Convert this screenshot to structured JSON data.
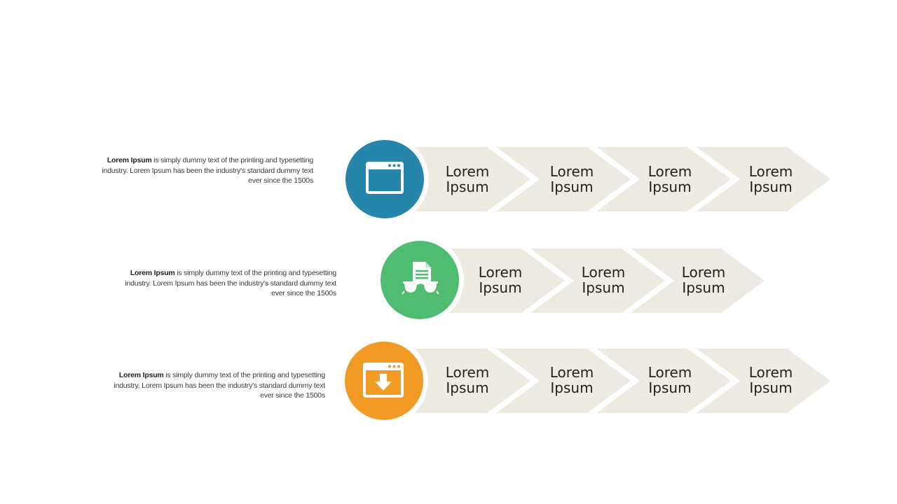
{
  "colors": {
    "row1_circle": "#2486ab",
    "row2_circle": "#4fbd6f",
    "row3_circle": "#f39a25",
    "chevron_fill": "#edebe2"
  },
  "rows": [
    {
      "description": {
        "bold": "Lorem Ipsum",
        "line1_rest": " is simply dummy text of the printing and typesetting",
        "line2": "industry. Lorem Ipsum has been the industry's standard dummy text",
        "line3": "ever since the 1500s"
      },
      "icon": "browser-window-icon",
      "steps": [
        {
          "line1": "Lorem",
          "line2": "Ipsum"
        },
        {
          "line1": "Lorem",
          "line2": "Ipsum"
        },
        {
          "line1": "Lorem",
          "line2": "Ipsum"
        },
        {
          "line1": "Lorem",
          "line2": "Ipsum"
        }
      ]
    },
    {
      "description": {
        "bold": "Lorem Ipsum",
        "line1_rest": " is simply dummy text of the printing and typesetting",
        "line2": "industry. Lorem Ipsum has been the industry's standard dummy text",
        "line3": "ever since the 1500s"
      },
      "icon": "document-glasses-icon",
      "steps": [
        {
          "line1": "Lorem",
          "line2": "Ipsum"
        },
        {
          "line1": "Lorem",
          "line2": "Ipsum"
        },
        {
          "line1": "Lorem",
          "line2": "Ipsum"
        }
      ]
    },
    {
      "description": {
        "bold": "Lorem Ipsum",
        "line1_rest": " is simply dummy text of the printing and typesetting",
        "line2": "industry. Lorem Ipsum has been the industry's standard dummy text",
        "line3": "ever since the 1500s"
      },
      "icon": "download-window-icon",
      "steps": [
        {
          "line1": "Lorem",
          "line2": "Ipsum"
        },
        {
          "line1": "Lorem",
          "line2": "Ipsum"
        },
        {
          "line1": "Lorem",
          "line2": "Ipsum"
        },
        {
          "line1": "Lorem",
          "line2": "Ipsum"
        }
      ]
    }
  ]
}
